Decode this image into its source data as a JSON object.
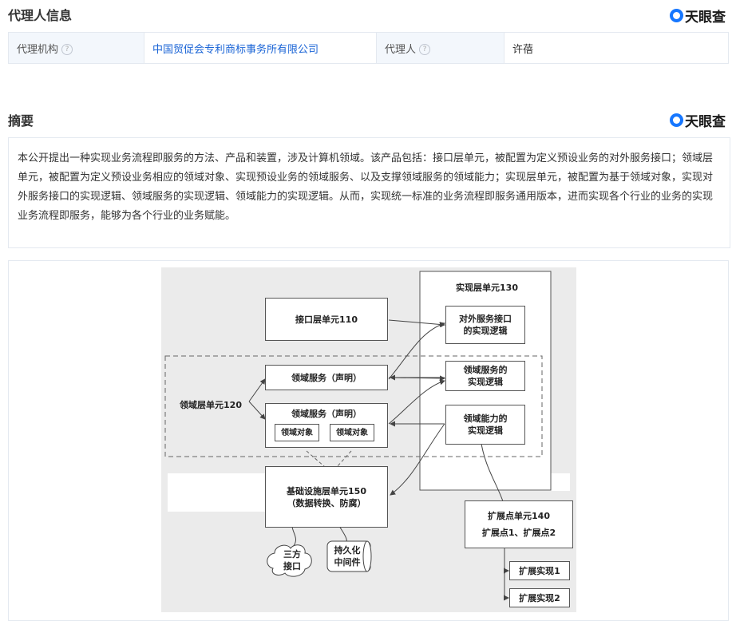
{
  "agent_section": {
    "title": "代理人信息",
    "brand": "天眼查",
    "rows": [
      {
        "label": "代理机构",
        "value": "中国贸促会专利商标事务所有限公司"
      },
      {
        "label": "代理人",
        "value": "许蓓"
      }
    ],
    "help_glyph": "?"
  },
  "abstract_section": {
    "title": "摘要",
    "brand": "天眼查",
    "text": "本公开提出一种实现业务流程即服务的方法、产品和装置，涉及计算机领域。该产品包括：接口层单元，被配置为定义预设业务的对外服务接口；领域层单元，被配置为定义预设业务相应的领域对象、实现预设业务的领域服务、以及支撑领域服务的领域能力；实现层单元，被配置为基于领域对象，实现对外服务接口的实现逻辑、领域服务的实现逻辑、领域能力的实现逻辑。从而，实现统一标准的业务流程即服务通用版本，进而实现各个行业的业务的实现业务流程即服务，能够为各个行业的业务赋能。"
  },
  "diagram": {
    "interface_unit": "接口层单元110",
    "impl_unit": "实现层单元130",
    "impl_interface_logic": [
      "对外服务接口",
      "的实现逻辑"
    ],
    "impl_service_logic": [
      "领域服务的",
      "实现逻辑"
    ],
    "impl_capability_logic": [
      "领域能力的",
      "实现逻辑"
    ],
    "domain_unit": "领域层单元120",
    "domain_service_1": "领域服务（声明）",
    "domain_service_2": "领域服务（声明）",
    "domain_object_1": "领域对象",
    "domain_object_2": "领域对象",
    "infra_unit": [
      "基础设施层单元150",
      "（数据转换、防腐）"
    ],
    "ext_unit": [
      "扩展点单元140",
      "扩展点1、扩展点2"
    ],
    "third_party": [
      "三方",
      "接口"
    ],
    "persistence": [
      "持久化",
      "中间件"
    ],
    "ext_impl_1": "扩展实现1",
    "ext_impl_2": "扩展实现2"
  }
}
